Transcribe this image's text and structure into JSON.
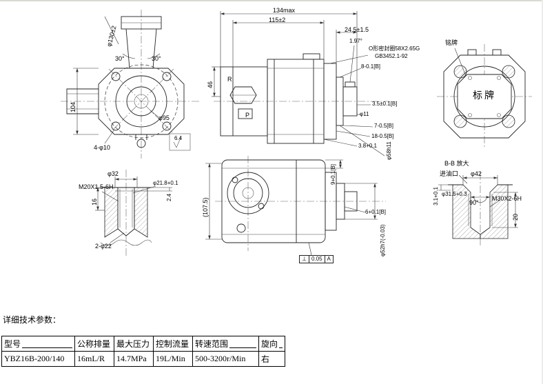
{
  "heading": {
    "params_label": "详细技术参数："
  },
  "table": {
    "headers": [
      "型号",
      "公称排量",
      "最大压力",
      "控制流量",
      "转速范围",
      "旋向"
    ],
    "row": [
      "YBZ16B-200/140",
      "16mL/R",
      "14.7MPa",
      "19L/Min",
      "500-3200r/Min",
      "右"
    ]
  },
  "dims": {
    "front": {
      "bolt_circle": "φ130±2",
      "angle_left": "30°",
      "angle_right": "30°",
      "height": "104",
      "pilot_dia": "φ95",
      "mount_holes": "4-φ10",
      "roughness": "6.4"
    },
    "side": {
      "length_max": "134max",
      "length_body": "115±2",
      "shaft_ext": "24.5±1.5",
      "key_dim": "1.97°",
      "oring_line1": "O形密封圈58X2.65G",
      "oring_line2": "GB3452.1-92",
      "dim_8": "8-0.1[B]",
      "port_height": "46",
      "port_r": "R",
      "port_p": "P",
      "dim_35": "3.5±0.1[B]",
      "dia_11": "φ11",
      "dim_7": "7-0.5[B]",
      "dim_18": "18-0.5[B]",
      "dim_38": "3.8+0.1",
      "spigot_dia": "φ58h11"
    },
    "rear": {
      "nameplate_note": "铭牌",
      "nameplate_text": "标牌"
    },
    "port_detail": {
      "counterbore_dia": "φ32",
      "thread": "M20X1.5-6H",
      "hole_dia": "φ21.8+0.1",
      "depth_24": "2.4",
      "depth_16": "16",
      "holes": "2-φ22"
    },
    "bottom": {
      "height_ref": "(107.5)",
      "dim_9": "9+0.1[B]",
      "dim_6": "6+0.1[B]",
      "spigot_fit": "φ52h7(-0.03)",
      "tol_sym": "⊥",
      "tol_val": "0.05",
      "tol_datum": "A"
    },
    "inlet_detail": {
      "section_label": "B-B 放大",
      "inlet_label": "进油口",
      "outer_dia": "φ42",
      "inner_dia": "φ31.5+0.3",
      "angle": "90°",
      "depth_31": "3.1+0.1",
      "thread": "M30X2-6H",
      "depth_20": "20"
    }
  }
}
